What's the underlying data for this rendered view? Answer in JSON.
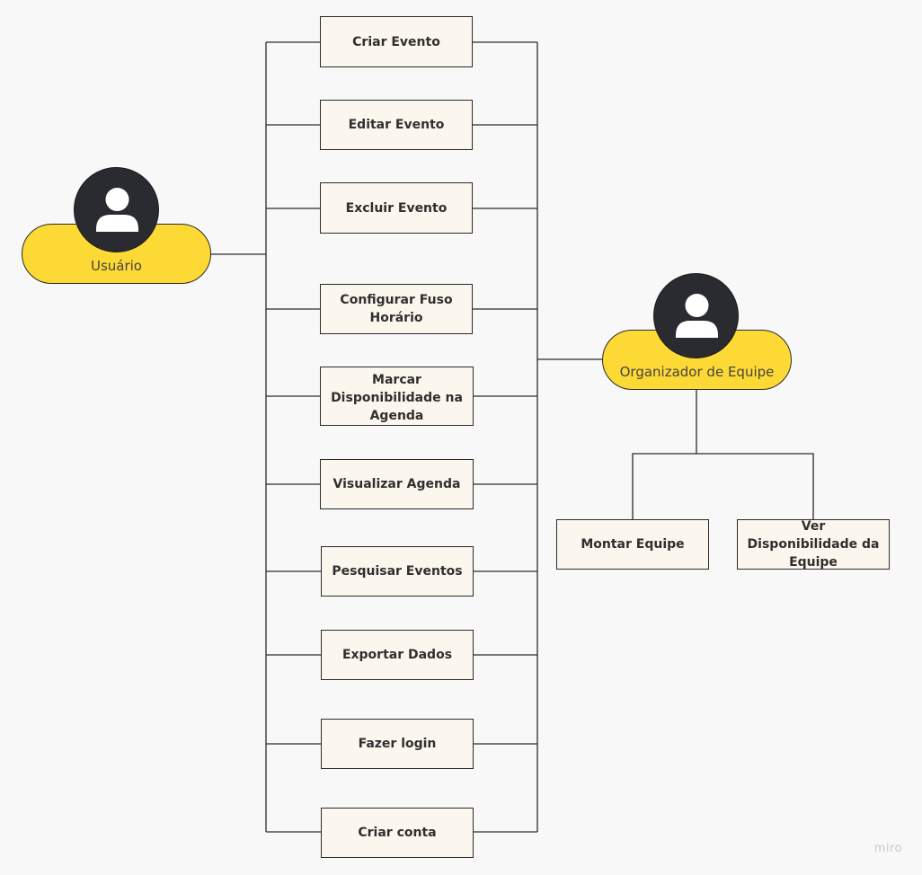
{
  "actors": {
    "user": {
      "label": "Usuário",
      "icon": "person-icon"
    },
    "organizer": {
      "label": "Organizador de Equipe",
      "icon": "person-icon"
    }
  },
  "user_use_cases": [
    "Criar Evento",
    "Editar Evento",
    "Excluir Evento",
    "Configurar Fuso Horário",
    "Marcar Disponibilidade na Agenda",
    "Visualizar Agenda",
    "Pesquisar Eventos",
    "Exportar Dados",
    "Fazer login",
    "Criar conta"
  ],
  "organizer_use_cases": [
    "Montar Equipe",
    "Ver Disponibilidade da Equipe"
  ],
  "watermark": "miro",
  "colors": {
    "actor_fill": "#fdd935",
    "avatar_fill": "#2a2b30",
    "box_fill": "#fbf7ee",
    "line": "#2b2b2b",
    "background": "#f8f8f8"
  }
}
